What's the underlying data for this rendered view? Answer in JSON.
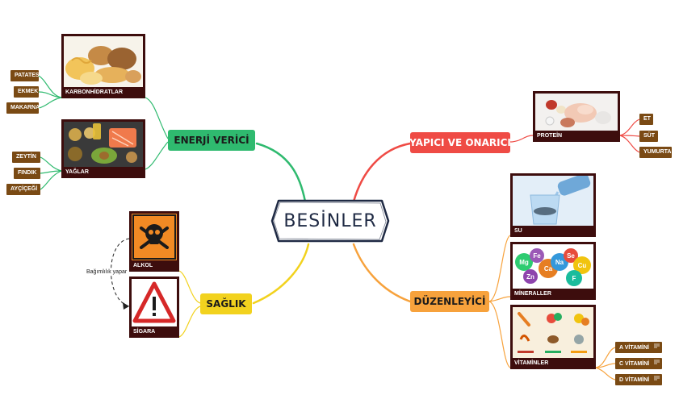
{
  "center": {
    "label": "BESİNLER"
  },
  "categories": {
    "energy": {
      "label": "ENERJİ VERİCİ",
      "color": "#2fba6f"
    },
    "builder": {
      "label": "YAPICI VE ONARICI",
      "color": "#ef4b45"
    },
    "regulator": {
      "label": "DÜZENLEYİCİ",
      "color": "#f7a23c"
    },
    "health": {
      "label": "SAĞLIK",
      "color": "#f2d21e"
    }
  },
  "cards": {
    "carbs": {
      "caption": "KARBONHİDRATLAR"
    },
    "fats": {
      "caption": "YAĞLAR"
    },
    "protein": {
      "caption": "PROTEİN"
    },
    "water": {
      "caption": "SU"
    },
    "minerals": {
      "caption": "MİNERALLER",
      "symbols": [
        "Mg",
        "Fe",
        "Ca",
        "Na",
        "Se",
        "Cu",
        "Zn",
        "F"
      ]
    },
    "vitamins": {
      "caption": "VİTAMİNLER"
    },
    "alcohol": {
      "caption": "ALKOL"
    },
    "cigarette": {
      "caption": "SİGARA"
    }
  },
  "tags": {
    "carbs": [
      "PATATES",
      "EKMEK",
      "MAKARNA"
    ],
    "fats": [
      "ZEYTİN",
      "FINDIK",
      "AYÇİÇEĞİ"
    ],
    "protein": [
      "ET",
      "SÜT",
      "YUMURTA"
    ],
    "vitamins": [
      "A VİTAMİNİ",
      "C VİTAMİNİ",
      "D VİTAMİNİ"
    ]
  },
  "relation": {
    "label": "Bağımlılık yapar"
  },
  "colors": {
    "card_bg": "#3d0d0d",
    "tag_bg": "#7a4a14",
    "carbs_branch": "#2fba6f",
    "ink": "#1f2a44"
  },
  "icons": {
    "alcohol": "skull-crossbones-icon",
    "cigarette": "warning-triangle-icon",
    "note": "lines-icon"
  }
}
